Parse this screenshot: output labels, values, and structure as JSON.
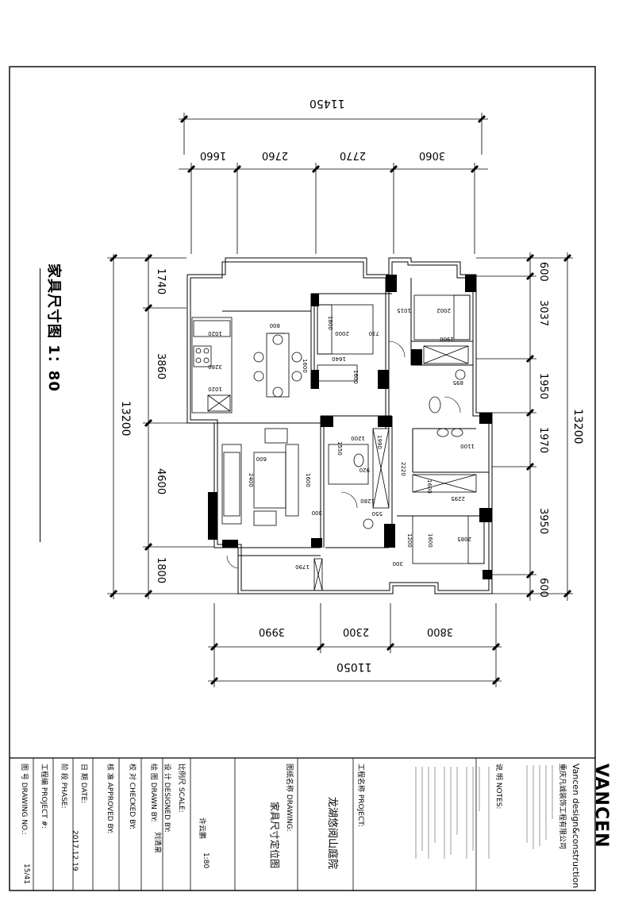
{
  "drawing": {
    "side_title": "家具尺寸图 1：80",
    "dims_top_total": "11450",
    "dims_top": [
      "1660",
      "2760",
      "2770",
      "3060"
    ],
    "dims_bottom": [
      "3990",
      "2300",
      "3800"
    ],
    "dims_bottom_total": "11050",
    "dims_left_total": "13200",
    "dims_left": [
      "1740",
      "3860",
      "4600",
      "1800"
    ],
    "dims_right_total": "13200",
    "dims_right": [
      "600",
      "3037",
      "1950",
      "1970",
      "3950",
      "600"
    ],
    "interior_dims": [
      "800",
      "1600",
      "1020",
      "3280",
      "1020",
      "2000",
      "1800",
      "730",
      "1640",
      "1600",
      "1015",
      "2002",
      "1900",
      "1600",
      "895",
      "1200",
      "1550",
      "920",
      "1280",
      "550",
      "1990",
      "2220",
      "1100",
      "2295",
      "1600",
      "2400",
      "600",
      "1600",
      "2085",
      "1600",
      "1200",
      "1790",
      "300",
      "300"
    ]
  },
  "title_block": {
    "drawing_no_label": "图 号 DRAWING NO.:",
    "drawing_no_value": "15/41",
    "project_no_label": "工程编 PROJECT #:",
    "phase_label": "阶 段 PHASE:",
    "date_label": "日 期 DATE:",
    "date_value": "2017.12.19",
    "approved_label": "核 准 APPROVED BY:",
    "checked_label": "校 对 CHECKED BY:",
    "checked_value": "刘清泉",
    "drawn_label": "绘 图 DRAWN BY:",
    "designed_label": "设 计 DESIGNED BY:",
    "designed_value": "许云鹏",
    "scale_label": "比例尺 SCALE:",
    "scale_value": "1:80",
    "drawing_name_label": "图纸名称 DRAWING:",
    "drawing_name_value": "家具尺寸定位图",
    "project_name_label": "工程名称 PROJECT:",
    "project_name_value": "龙湖悠阅山庭院",
    "notes_label": "说 明 NOTES:",
    "brand_name": "VANCEN",
    "brand_sub": "Vancen design&construction",
    "brand_cn": "重庆凡诚装饰工程有限公司"
  }
}
